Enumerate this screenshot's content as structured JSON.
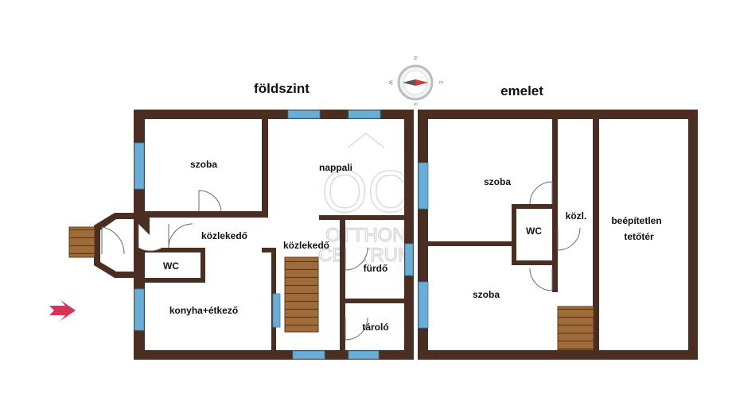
{
  "floors": {
    "ground": "földszint",
    "upper": "emelet"
  },
  "rooms": {
    "ground_szoba": "szoba",
    "nappali": "nappali",
    "kozlekedo_1": "közlekedő",
    "kozlekedo_2": "közlekedő",
    "wc_ground": "WC",
    "konyha": "konyha+étkező",
    "furdo": "fürdő",
    "tarolo": "tároló",
    "upper_szoba_1": "szoba",
    "upper_szoba_2": "szoba",
    "wc_upper": "WC",
    "kozl": "közl.",
    "bepitetlen_1": "beépítetlen",
    "bepitetlen_2": "tetőtér"
  },
  "compass": {
    "north": "N",
    "south": "S",
    "west": "W",
    "east": "E"
  },
  "watermark": {
    "logo": "OC",
    "line1": "OTTHON",
    "line2": "CENTRUM"
  },
  "colors": {
    "wall": "#4b2e22",
    "window": "#6aaed6",
    "stairs": "#9a6a3a",
    "entrance_arrow": "#d6335a"
  }
}
